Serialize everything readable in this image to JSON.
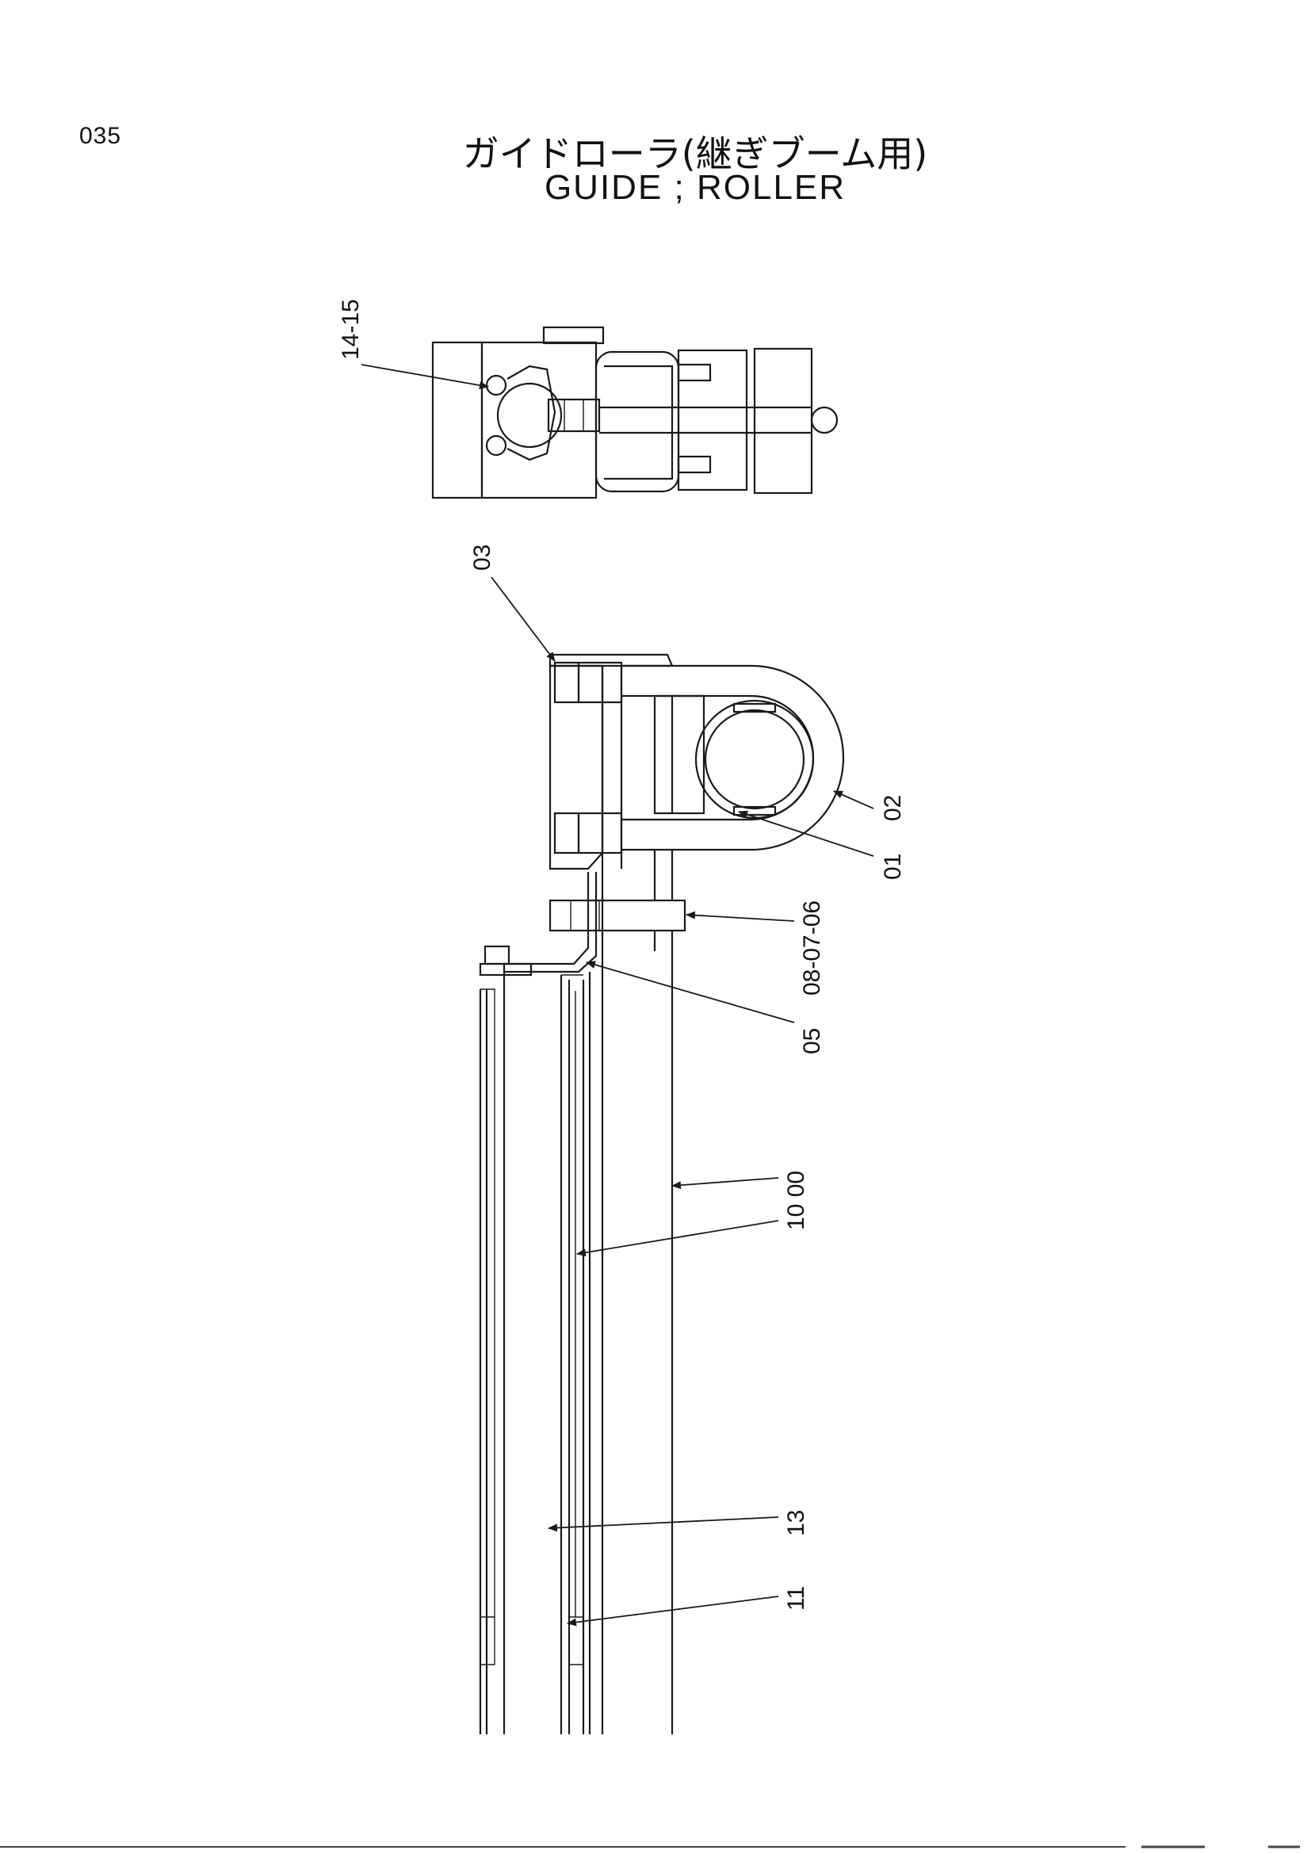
{
  "page": {
    "number": "035"
  },
  "title": {
    "jp": "ガイドローラ(継ぎブーム用)",
    "en": "GUIDE ; ROLLER"
  },
  "callouts": {
    "c14_15": "14-15",
    "c03": "03",
    "c02": "02",
    "c01": "01",
    "c08_07_06": "08-07-06",
    "c05": "05",
    "c10_00": "10 00",
    "c13": "13",
    "c11": "11"
  }
}
